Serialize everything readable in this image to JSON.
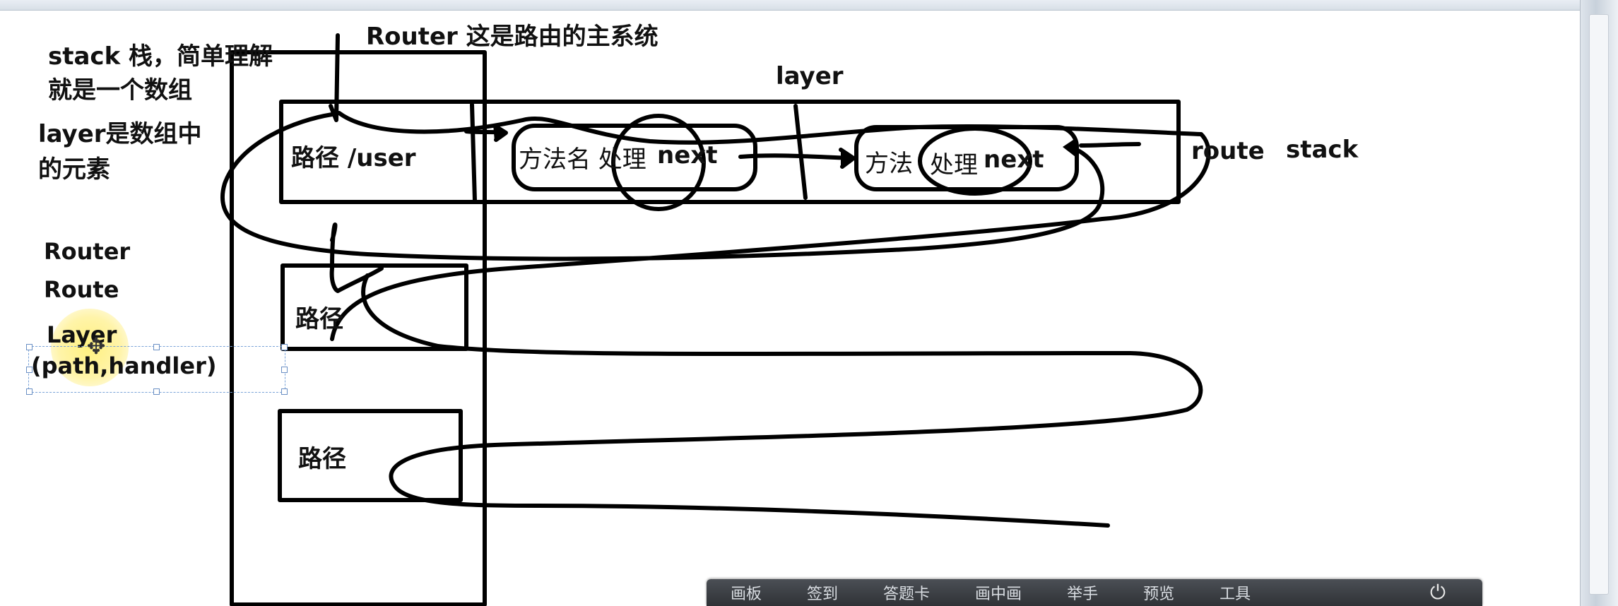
{
  "notes": {
    "stack_note_line1": "stack  栈，简单理解",
    "stack_note_line2": "就是一个数组",
    "layer_note_line1": "layer是数组中",
    "layer_note_line2": "的元素",
    "router_title": "Router  这是路由的主系统",
    "layer_top": "layer",
    "route_right": "route",
    "stack_right": "stack",
    "list_router": "Router",
    "list_route": "Route",
    "list_layer": "Layer",
    "list_params": "(path,handler)"
  },
  "boxes": {
    "path_user": "路径 /user",
    "method_handler": "方法名  处理",
    "next1": "next",
    "method_short": "方法",
    "handler2": "处理",
    "next2": "next",
    "path_2": "路径",
    "path_3": "路径"
  },
  "toolbar": {
    "items": [
      "画板",
      "签到",
      "答题卡",
      "画中画",
      "举手",
      "预览",
      "工具"
    ],
    "power_icon": "power-icon"
  },
  "colors": {
    "ink": "#000000",
    "toolbar_bg": "#3a3d42",
    "highlight": "#fff07a",
    "selection": "#7aa3d8"
  }
}
